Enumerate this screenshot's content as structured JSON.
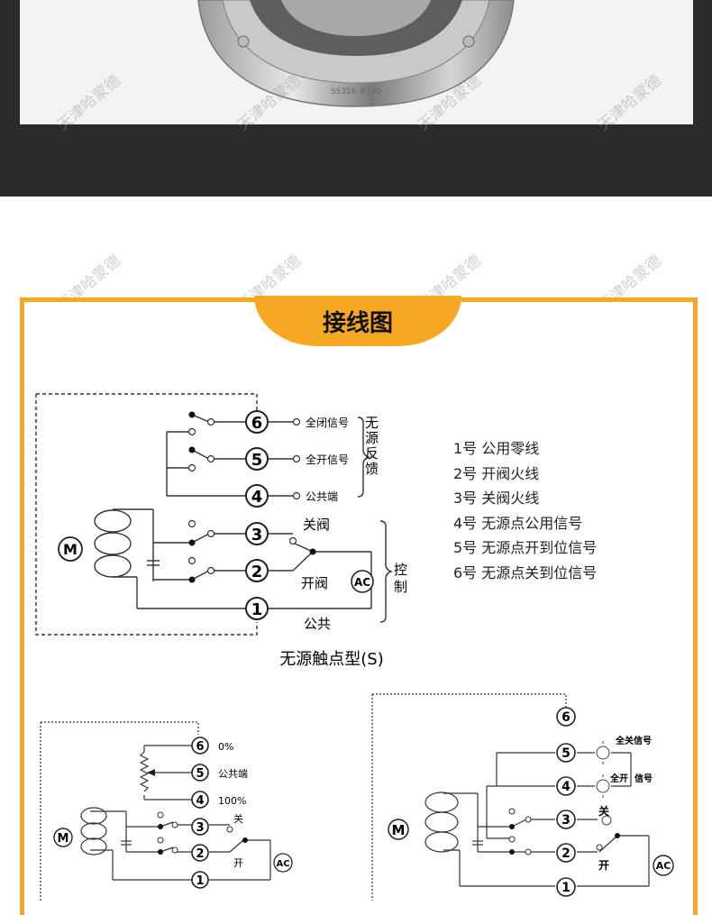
{
  "watermark": "天津哈蒙德",
  "photo": {
    "stamp": "SS316 #100"
  },
  "diagram_title": "接线图",
  "passive": {
    "terminals": [
      "6",
      "5",
      "4",
      "3",
      "2",
      "1"
    ],
    "labels": {
      "full_close_signal": "全闭信号",
      "full_open_signal": "全开信号",
      "common_end": "公共端",
      "passive_feedback": "无源反馈",
      "close_valve": "关阀",
      "open_valve": "开阀",
      "common": "公共",
      "control": "控制",
      "ac": "AC",
      "motor": "M"
    },
    "caption": "无源触点型(S)"
  },
  "legend": [
    "1号  公用零线",
    "2号  开阀火线",
    "3号  关阀火线",
    "4号  无源点公用信号",
    "5号  无源点开到位信号",
    "6号  无源点关到位信号"
  ],
  "pot": {
    "terminals": [
      "6",
      "5",
      "4",
      "3",
      "2",
      "1"
    ],
    "labels": {
      "zero": "0%",
      "common_end": "公共端",
      "hundred": "100%",
      "close": "关",
      "open": "开",
      "ac": "AC",
      "motor": "M"
    }
  },
  "lamp": {
    "terminals": [
      "6",
      "5",
      "4",
      "3",
      "2",
      "1"
    ],
    "labels": {
      "full_close_signal": "全关信号",
      "full_open": "全开",
      "signal": "信号",
      "close": "关",
      "open": "开",
      "ac": "AC",
      "motor": "M"
    }
  }
}
